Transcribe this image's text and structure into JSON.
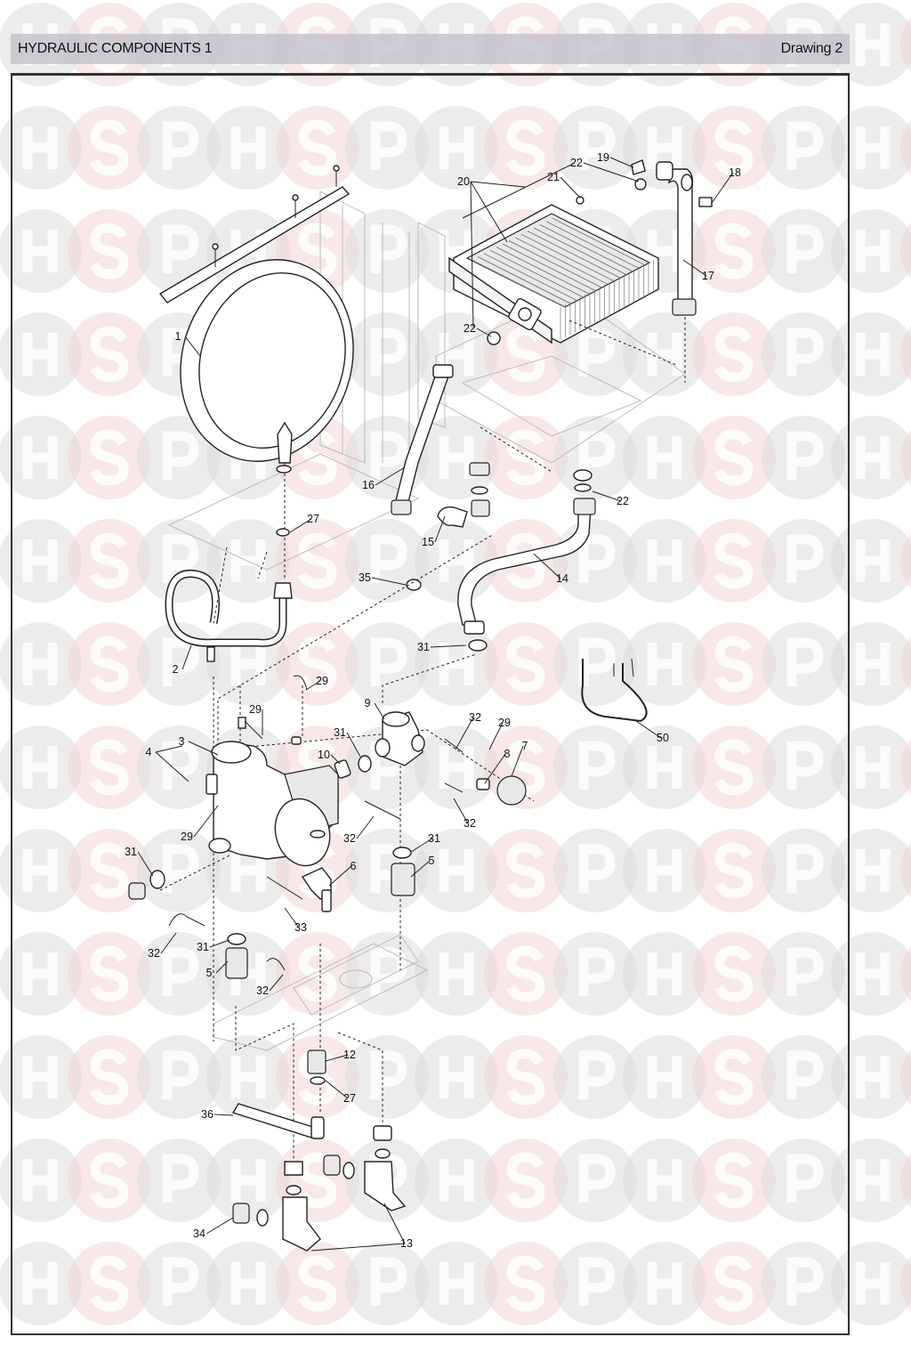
{
  "header": {
    "title": "HYDRAULIC COMPONENTS 1",
    "drawing": "Drawing 2"
  },
  "watermark": {
    "letters": [
      "H",
      "S",
      "P"
    ],
    "colors": {
      "grey": "#dcdcdc",
      "pink": "#f2d6d6"
    }
  },
  "callouts": [
    "1",
    "2",
    "3",
    "4",
    "5",
    "5",
    "6",
    "7",
    "8",
    "9",
    "10",
    "12",
    "13",
    "14",
    "15",
    "16",
    "17",
    "18",
    "19",
    "20",
    "21",
    "22",
    "22",
    "22",
    "27",
    "27",
    "29",
    "29",
    "29",
    "29",
    "31",
    "31",
    "31",
    "31",
    "31",
    "32",
    "32",
    "32",
    "32",
    "32",
    "33",
    "34",
    "35",
    "36",
    "50"
  ]
}
